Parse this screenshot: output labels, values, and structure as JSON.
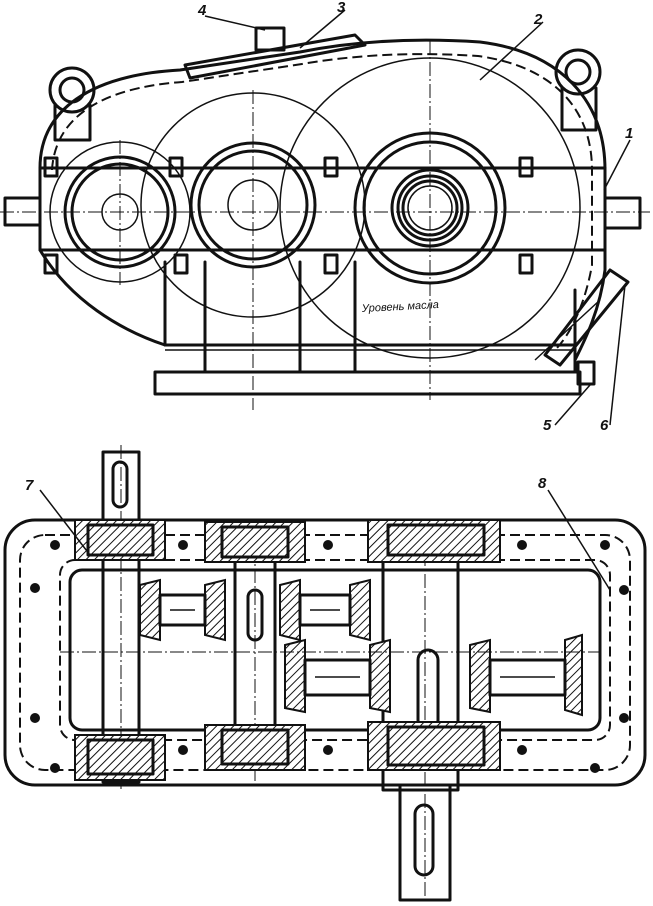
{
  "diagram": {
    "top_view_labels": [
      "1",
      "2",
      "3",
      "4",
      "5",
      "6"
    ],
    "plan_view_labels": [
      "7",
      "8"
    ],
    "oil_level_note": "Уровень масла"
  }
}
